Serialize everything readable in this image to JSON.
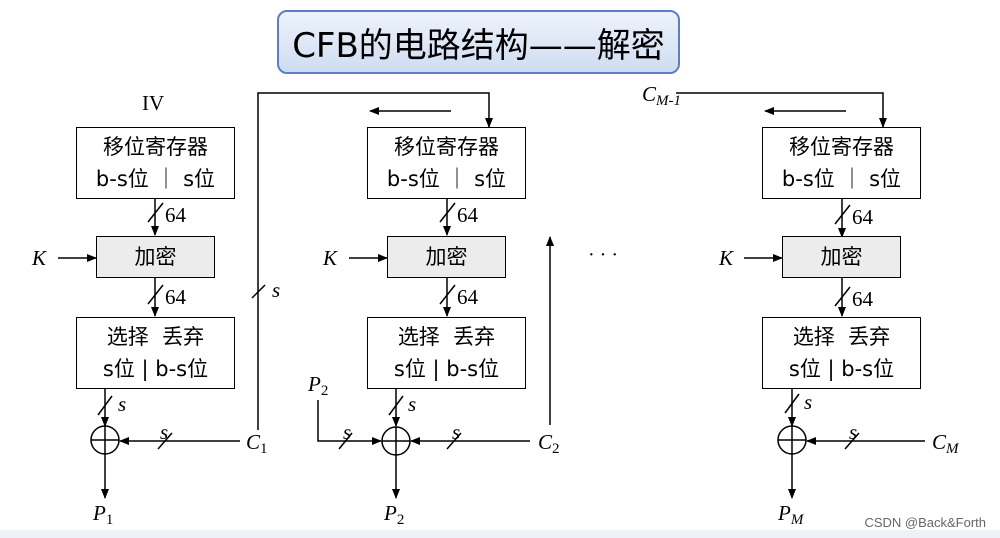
{
  "title": "CFB的电路结构——解密",
  "iv_label": "IV",
  "stages": [
    {
      "shift_register": {
        "line1": "移位寄存器",
        "line2": "b-s位 ｜ s位"
      },
      "encrypt": "加密",
      "select": {
        "line1": "选择  丢弃",
        "line2": "s位 | b-s位"
      },
      "key": "K",
      "bits_after_register": "64",
      "bits_after_encrypt": "64",
      "bits_after_select": "s",
      "cipher_in_bits": "s",
      "cipher": {
        "main": "C",
        "sub": "1"
      },
      "plain_out": {
        "main": "P",
        "sub": "1"
      }
    },
    {
      "shift_register": {
        "line1": "移位寄存器",
        "line2": "b-s位 ｜ s位"
      },
      "encrypt": "加密",
      "select": {
        "line1": "选择  丢弃",
        "line2": "s位 | b-s位"
      },
      "key": "K",
      "bits_after_register": "64",
      "bits_after_encrypt": "64",
      "bits_after_select": "s",
      "cipher_in_bits": "s",
      "plain_in": {
        "main": "P",
        "sub": "2"
      },
      "plain_in_bits": "s",
      "cipher": {
        "main": "C",
        "sub": "2"
      },
      "plain_out": {
        "main": "P",
        "sub": "2"
      }
    },
    {
      "shift_register": {
        "line1": "移位寄存器",
        "line2": "b-s位 ｜ s位"
      },
      "encrypt": "加密",
      "select": {
        "line1": "选择  丢弃",
        "line2": "s位 | b-s位"
      },
      "key": "K",
      "bits_after_register": "64",
      "bits_after_encrypt": "64",
      "bits_after_select": "s",
      "cipher_in_bits": "s",
      "cipher": {
        "main": "C",
        "sub": "M"
      },
      "plain_out": {
        "main": "P",
        "sub": "M"
      }
    }
  ],
  "feedback_bits": "s",
  "prev_cipher": {
    "main": "C",
    "sub": "M-1"
  },
  "ellipsis": "· · ·",
  "watermark": "CSDN @Back&Forth"
}
